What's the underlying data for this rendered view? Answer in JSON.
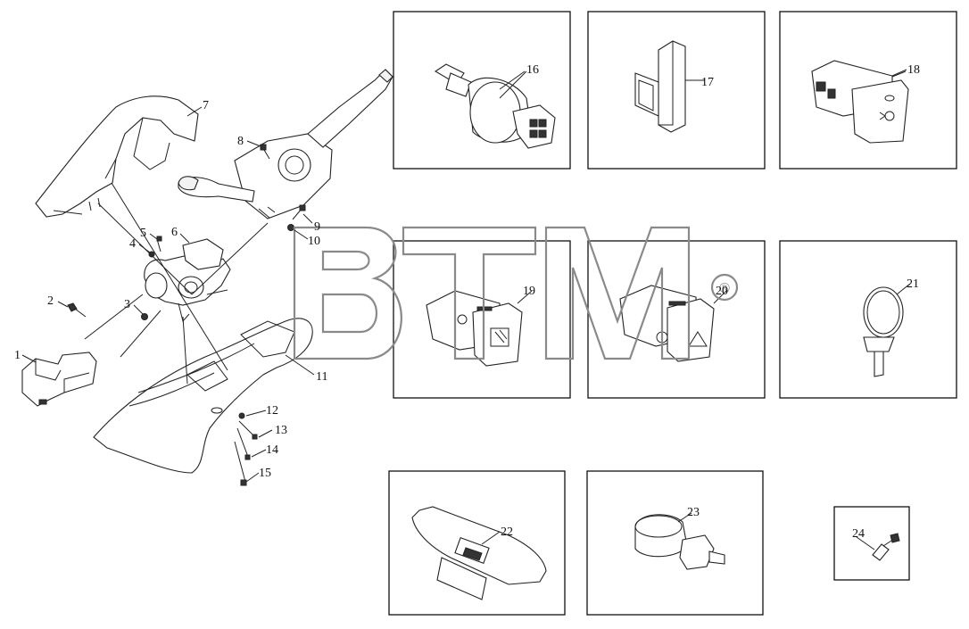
{
  "watermark": {
    "text": "BTM",
    "mark": "®"
  },
  "callouts": {
    "c1": "1",
    "c2": "2",
    "c3": "3",
    "c4": "4",
    "c5": "5",
    "c6": "6",
    "c7": "7",
    "c8": "8",
    "c9": "9",
    "c10": "10",
    "c11": "11",
    "c12": "12",
    "c13": "13",
    "c14": "14",
    "c15": "15",
    "c16": "16",
    "c17": "17",
    "c18": "18",
    "c19": "19",
    "c20": "20",
    "c21": "21",
    "c22": "22",
    "c23": "23",
    "c24": "24"
  }
}
